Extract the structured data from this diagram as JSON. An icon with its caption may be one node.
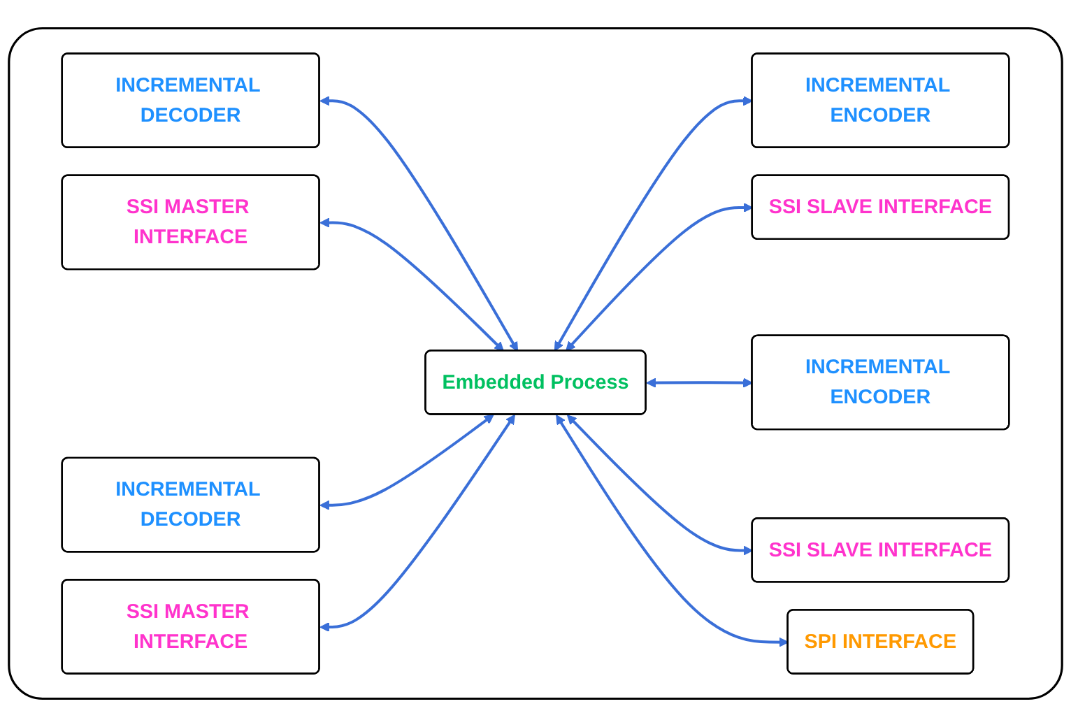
{
  "diagram": {
    "nodes": [
      {
        "text": [],
        "shape": "box"
      },
      {
        "text": [
          "INCREMENTAL DECODER"
        ],
        "in": 0
      },
      {
        "text": [
          "SSI MASTER INTERFACE"
        ],
        "in": 0
      },
      {
        "text": [
          "INCREMENTAL DECODER"
        ],
        "in": 0
      },
      {
        "text": [
          "SSI MASTER INTERFACE"
        ],
        "in": 0
      },
      {
        "text": [
          "Embedded Process"
        ],
        "in": 0
      },
      {
        "text": [
          "INCREMENTAL ENCODER"
        ],
        "in": 0
      },
      {
        "text": [
          "SSI SLAVE INTERFACE"
        ],
        "in": 0
      },
      {
        "text": [
          "INCREMENTAL ENCODER"
        ],
        "in": 0
      },
      {
        "text": [
          "SSI SLAVE INTERFACE"
        ],
        "in": 0
      },
      {
        "text": [
          "SPI INTERFACE"
        ],
        "in": 0
      }
    ],
    "edges": [
      {
        "from": 1,
        "to": 5,
        "arrow": "both"
      },
      {
        "from": 2,
        "to": 5,
        "arrow": "both"
      },
      {
        "from": 3,
        "to": 5,
        "arrow": "both"
      },
      {
        "from": 4,
        "to": 5,
        "arrow": "both"
      },
      {
        "from": 5,
        "to": 6,
        "arrow": "both"
      },
      {
        "from": 5,
        "to": 7,
        "arrow": "both"
      },
      {
        "from": 5,
        "to": 8,
        "arrow": "both"
      },
      {
        "from": 5,
        "to": 9,
        "arrow": "both"
      },
      {
        "from": 5,
        "to": 10,
        "arrow": "both"
      }
    ]
  }
}
